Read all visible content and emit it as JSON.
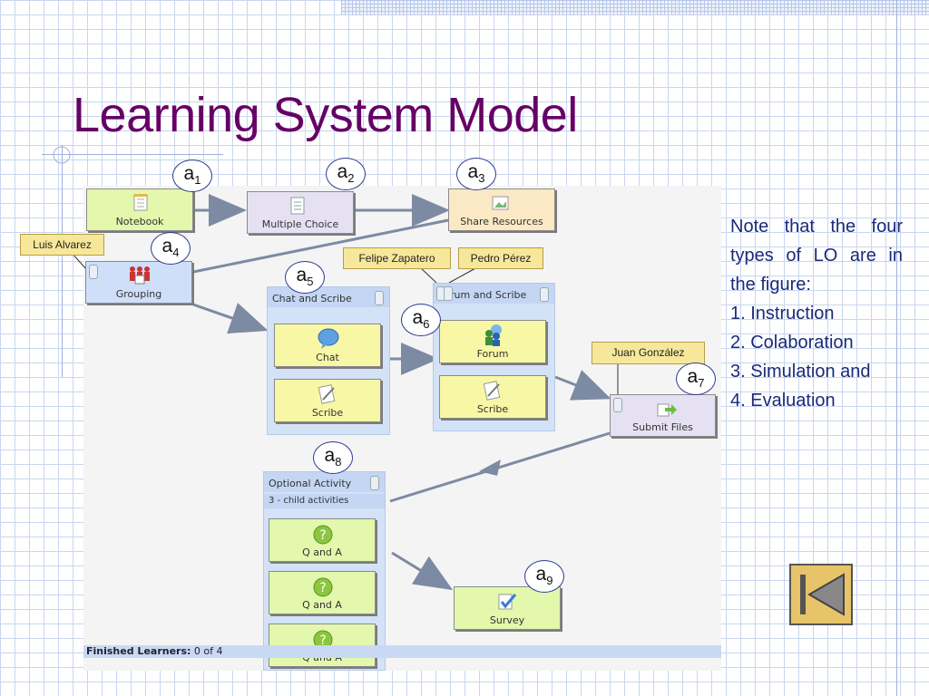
{
  "slide": {
    "title": "Learning System Model",
    "note_lines": [
      "Note that the four",
      "types of LO are in",
      "the figure:"
    ],
    "list": [
      "1. Instruction",
      "2. Colaboration",
      "3. Simulation and",
      "4. Evaluation"
    ]
  },
  "diagram": {
    "nodes": {
      "notebook": "Notebook",
      "multiple_choice": "Multiple Choice",
      "share_resources": "Share Resources",
      "grouping": "Grouping",
      "chat": "Chat",
      "scribe1": "Scribe",
      "forum": "Forum",
      "scribe2": "Scribe",
      "submit_files": "Submit Files",
      "qa1": "Q and A",
      "qa2": "Q and A",
      "qa3": "Q and A",
      "survey": "Survey"
    },
    "groups": {
      "chat_scribe": "Chat and Scribe",
      "forum_scribe": "rum and Scribe",
      "optional": "Optional Activity",
      "optional_sub": "3 - child activities"
    },
    "tags": {
      "luis": "Luis Alvarez",
      "felipe": "Felipe Zapatero",
      "pedro": "Pedro Pérez",
      "juan": "Juan González"
    },
    "markers": {
      "a1": {
        "base": "a",
        "sub": "1"
      },
      "a2": {
        "base": "a",
        "sub": "2"
      },
      "a3": {
        "base": "a",
        "sub": "3"
      },
      "a4": {
        "base": "a",
        "sub": "4"
      },
      "a5": {
        "base": "a",
        "sub": "5"
      },
      "a6": {
        "base": "a",
        "sub": "6"
      },
      "a7": {
        "base": "a",
        "sub": "7"
      },
      "a8": {
        "base": "a",
        "sub": "8"
      },
      "a9": {
        "base": "a",
        "sub": "9"
      }
    },
    "status": {
      "label": "Finished Learners:",
      "value": "0 of 4"
    }
  },
  "colors": {
    "title": "#660066",
    "note_text": "#1a2a7a",
    "arrow": "#7d8aa3"
  },
  "icons": {
    "back_button": "back-to-start-icon"
  }
}
